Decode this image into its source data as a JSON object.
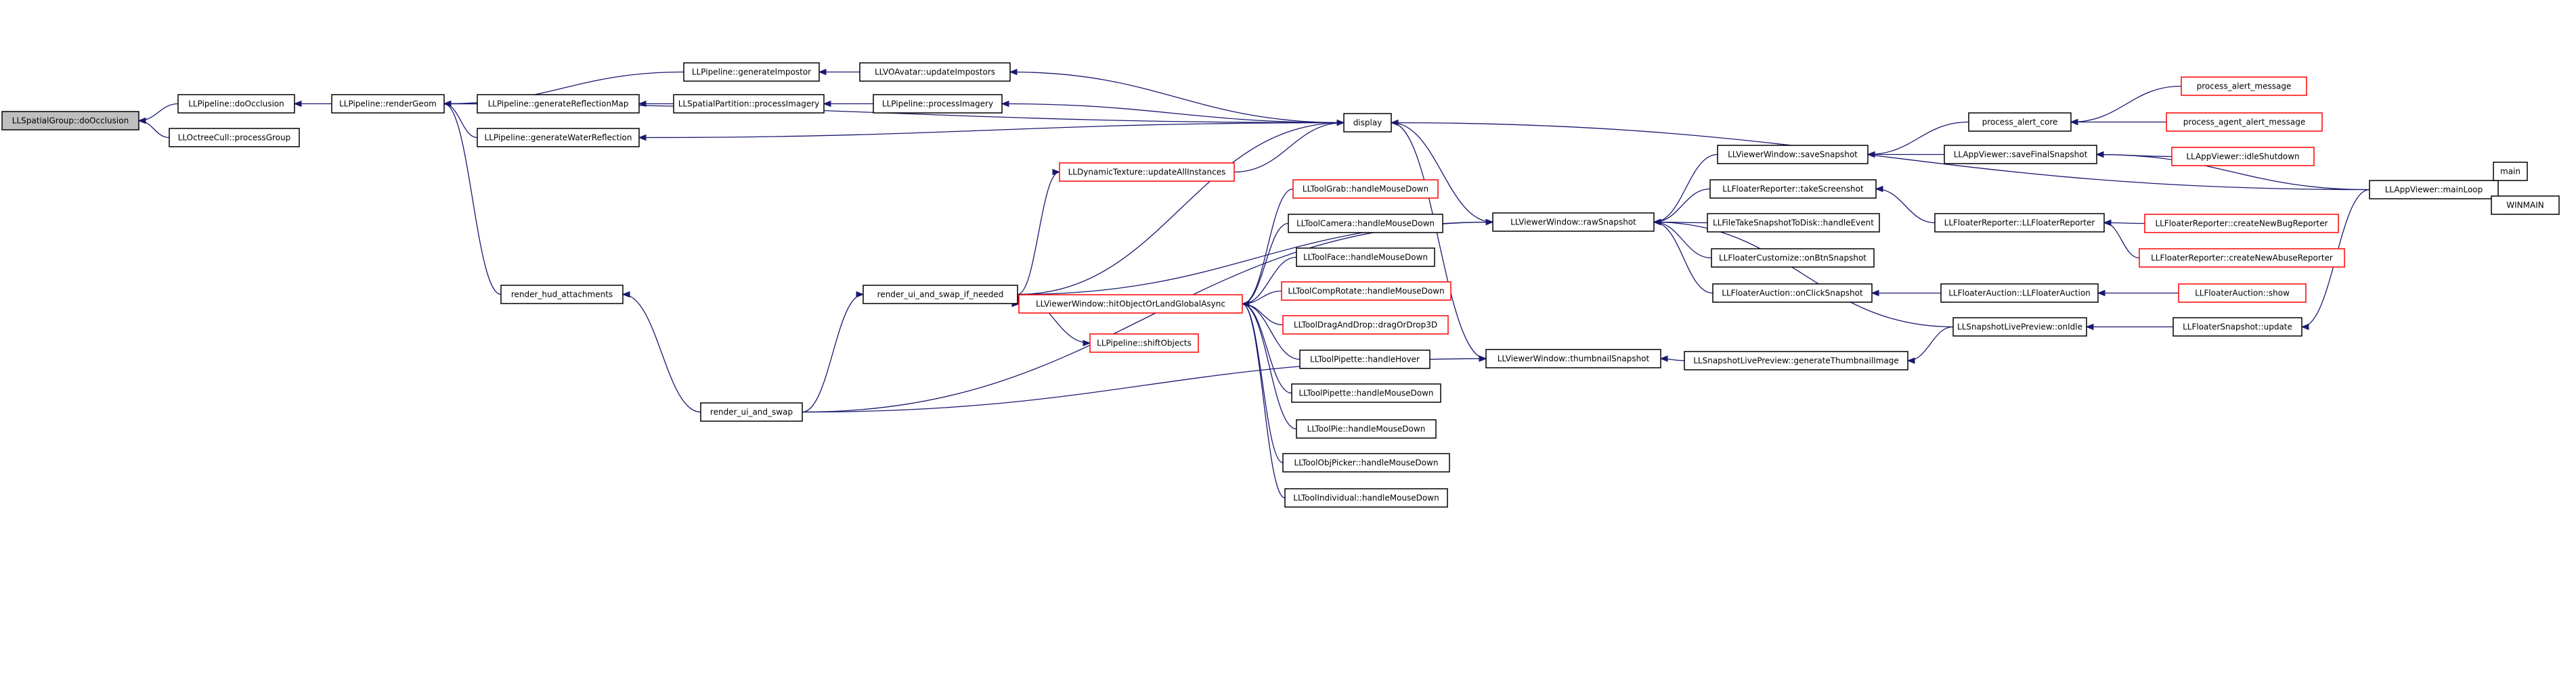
{
  "graph": {
    "type": "call-graph",
    "colors": {
      "edge": "#191970",
      "node_border": "#000000",
      "node_border_red": "#ff0000",
      "highlight_fill": "#bfbfbf"
    },
    "nodes": {
      "n_sg": {
        "label": "LLSpatialGroup::doOcclusion",
        "highlight": true
      },
      "n_pdo": {
        "label": "LLPipeline::doOcclusion"
      },
      "n_occ": {
        "label": "LLOctreeCull::processGroup"
      },
      "n_prg": {
        "label": "LLPipeline::renderGeom"
      },
      "n_gi": {
        "label": "LLPipeline::generateImpostor"
      },
      "n_grm": {
        "label": "LLPipeline::generateReflectionMap"
      },
      "n_gwr": {
        "label": "LLPipeline::generateWaterReflection"
      },
      "n_hud": {
        "label": "render_hud_attachments"
      },
      "n_vo": {
        "label": "LLVOAvatar::updateImpostors"
      },
      "n_spi": {
        "label": "LLSpatialPartition::processImagery"
      },
      "n_ppi": {
        "label": "LLPipeline::processImagery"
      },
      "n_disp": {
        "label": "display"
      },
      "n_dyn": {
        "label": "LLDynamicTexture::updateAllInstances",
        "red": true
      },
      "n_rsn": {
        "label": "render_ui_and_swap_if_needed"
      },
      "n_shift": {
        "label": "LLPipeline::shiftObjects",
        "red": true
      },
      "n_rs": {
        "label": "render_ui_and_swap"
      },
      "n_hit": {
        "label": "LLViewerWindow::hitObjectOrLandGlobalAsync",
        "red": true
      },
      "n_tg": {
        "label": "LLToolGrab::handleMouseDown",
        "red": true
      },
      "n_tc": {
        "label": "LLToolCamera::handleMouseDown"
      },
      "n_tf": {
        "label": "LLToolFace::handleMouseDown"
      },
      "n_tcr": {
        "label": "LLToolCompRotate::handleMouseDown",
        "red": true
      },
      "n_tdd": {
        "label": "LLToolDragAndDrop::dragOrDrop3D",
        "red": true
      },
      "n_tph": {
        "label": "LLToolPipette::handleHover"
      },
      "n_tpd": {
        "label": "LLToolPipette::handleMouseDown"
      },
      "n_tpie": {
        "label": "LLToolPie::handleMouseDown"
      },
      "n_top": {
        "label": "LLToolObjPicker::handleMouseDown"
      },
      "n_tind": {
        "label": "LLToolIndividual::handleMouseDown"
      },
      "n_raw": {
        "label": "LLViewerWindow::rawSnapshot"
      },
      "n_thumb": {
        "label": "LLViewerWindow::thumbnailSnapshot"
      },
      "n_save": {
        "label": "LLViewerWindow::saveSnapshot"
      },
      "n_take": {
        "label": "LLFloaterReporter::takeScreenshot"
      },
      "n_file": {
        "label": "LLFileTakeSnapshotToDisk::handleEvent"
      },
      "n_cust": {
        "label": "LLFloaterCustomize::onBtnSnapshot"
      },
      "n_auc": {
        "label": "LLFloaterAuction::onClickSnapshot"
      },
      "n_gen": {
        "label": "LLSnapshotLivePreview::generateThumbnailImage"
      },
      "n_pac": {
        "label": "process_alert_core"
      },
      "n_afs": {
        "label": "LLAppViewer::saveFinalSnapshot"
      },
      "n_frr": {
        "label": "LLFloaterReporter::LLFloaterReporter"
      },
      "n_fac": {
        "label": "LLFloaterAuction::LLFloaterAuction"
      },
      "n_idle": {
        "label": "LLSnapshotLivePreview::onIdle"
      },
      "n_pam": {
        "label": "process_alert_message",
        "red": true
      },
      "n_pagm": {
        "label": "process_agent_alert_message",
        "red": true
      },
      "n_ish": {
        "label": "LLAppViewer::idleShutdown",
        "red": true
      },
      "n_cbug": {
        "label": "LLFloaterReporter::createNewBugReporter",
        "red": true
      },
      "n_cab": {
        "label": "LLFloaterReporter::createNewAbuseReporter",
        "red": true
      },
      "n_show": {
        "label": "LLFloaterAuction::show",
        "red": true
      },
      "n_fsu": {
        "label": "LLFloaterSnapshot::update"
      },
      "n_ml": {
        "label": "LLAppViewer::mainLoop"
      },
      "n_main": {
        "label": "main"
      },
      "n_win": {
        "label": "WINMAIN"
      }
    },
    "edges": [
      [
        "n_pdo",
        "n_sg"
      ],
      [
        "n_occ",
        "n_sg"
      ],
      [
        "n_prg",
        "n_pdo"
      ],
      [
        "n_gi",
        "n_prg"
      ],
      [
        "n_grm",
        "n_prg"
      ],
      [
        "n_gwr",
        "n_prg"
      ],
      [
        "n_hud",
        "n_prg"
      ],
      [
        "n_disp",
        "n_prg"
      ],
      [
        "n_vo",
        "n_gi"
      ],
      [
        "n_spi",
        "n_grm"
      ],
      [
        "n_ppi",
        "n_spi"
      ],
      [
        "n_disp",
        "n_gwr"
      ],
      [
        "n_disp",
        "n_vo"
      ],
      [
        "n_disp",
        "n_ppi"
      ],
      [
        "n_rs",
        "n_hud"
      ],
      [
        "n_rsn",
        "n_disp"
      ],
      [
        "n_rsn",
        "n_dyn"
      ],
      [
        "n_rsn",
        "n_shift"
      ],
      [
        "n_rsn",
        "n_hit"
      ],
      [
        "n_rsn",
        "n_raw"
      ],
      [
        "n_rs",
        "n_rsn"
      ],
      [
        "n_rs",
        "n_raw"
      ],
      [
        "n_rs",
        "n_thumb"
      ],
      [
        "n_dyn",
        "n_disp"
      ],
      [
        "n_tg",
        "n_hit"
      ],
      [
        "n_tc",
        "n_hit"
      ],
      [
        "n_tf",
        "n_hit"
      ],
      [
        "n_tcr",
        "n_hit"
      ],
      [
        "n_tdd",
        "n_hit"
      ],
      [
        "n_tph",
        "n_hit"
      ],
      [
        "n_tpd",
        "n_hit"
      ],
      [
        "n_tpie",
        "n_hit"
      ],
      [
        "n_top",
        "n_hit"
      ],
      [
        "n_tind",
        "n_hit"
      ],
      [
        "n_disp",
        "n_raw"
      ],
      [
        "n_disp",
        "n_thumb"
      ],
      [
        "n_save",
        "n_raw"
      ],
      [
        "n_take",
        "n_raw"
      ],
      [
        "n_file",
        "n_raw"
      ],
      [
        "n_cust",
        "n_raw"
      ],
      [
        "n_auc",
        "n_raw"
      ],
      [
        "n_idle",
        "n_raw"
      ],
      [
        "n_gen",
        "n_thumb"
      ],
      [
        "n_pac",
        "n_save"
      ],
      [
        "n_afs",
        "n_save"
      ],
      [
        "n_frr",
        "n_take"
      ],
      [
        "n_fac",
        "n_auc"
      ],
      [
        "n_idle",
        "n_gen"
      ],
      [
        "n_pam",
        "n_pac"
      ],
      [
        "n_pagm",
        "n_pac"
      ],
      [
        "n_ish",
        "n_afs"
      ],
      [
        "n_ml",
        "n_afs"
      ],
      [
        "n_cbug",
        "n_frr"
      ],
      [
        "n_cab",
        "n_frr"
      ],
      [
        "n_show",
        "n_fac"
      ],
      [
        "n_fsu",
        "n_idle"
      ],
      [
        "n_ml",
        "n_disp"
      ],
      [
        "n_ml",
        "n_fsu"
      ],
      [
        "n_main",
        "n_ml"
      ],
      [
        "n_win",
        "n_ml"
      ]
    ]
  }
}
